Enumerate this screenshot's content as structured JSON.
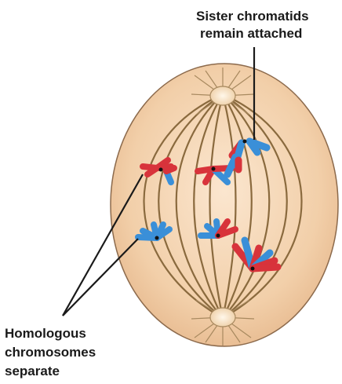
{
  "labels": {
    "sister_line1": "Sister chromatids",
    "sister_line2": "remain attached",
    "homologous_line1": "Homologous",
    "homologous_line2": "chromosomes",
    "homologous_line3": "separate"
  },
  "colors": {
    "background": "#ffffff",
    "cell_fill": "#f2cfa9",
    "cell_outline": "#8c6a4c",
    "spindle": "#8a6a3e",
    "maternal_chromosome": "#d8333b",
    "paternal_chromosome": "#3a8fd8",
    "leader_line": "#1a1a1a"
  }
}
